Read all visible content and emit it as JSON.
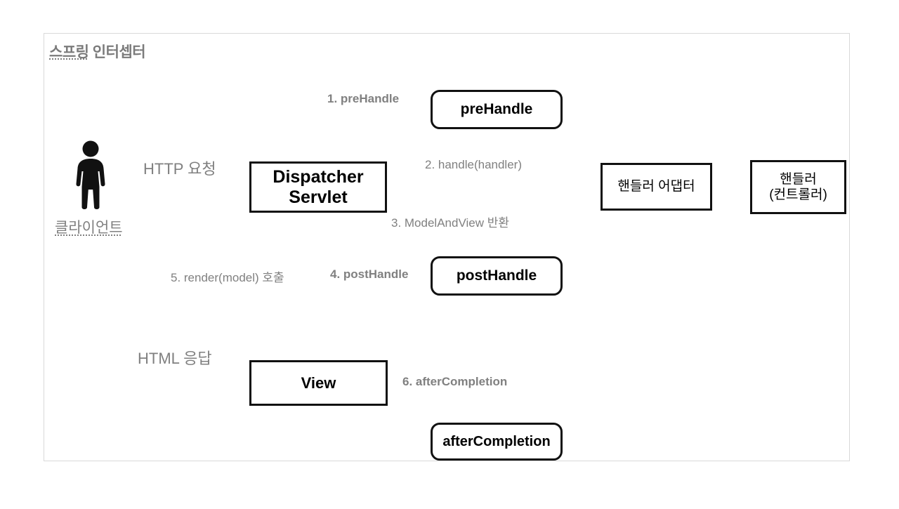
{
  "diagram": {
    "title": "스프링 인터셉터",
    "title_underlined_part": "스프링",
    "title_rest": " 인터셉터",
    "frame_border_color": "#d9d9d9",
    "label_color": "#808080",
    "stroke_color": "#111111",
    "background": "#ffffff"
  },
  "actor": {
    "icon": "person-icon",
    "label": "클라이언트"
  },
  "nodes": {
    "dispatcher": {
      "line1": "Dispatcher",
      "line2": "Servlet",
      "shape": "rectangle"
    },
    "prehandle": {
      "label": "preHandle",
      "shape": "rounded-rectangle"
    },
    "posthandle": {
      "label": "postHandle",
      "shape": "rounded-rectangle"
    },
    "aftercompletion": {
      "label": "afterCompletion",
      "shape": "rounded-rectangle"
    },
    "handler_adapter": {
      "label": "핸들러 어댑터",
      "shape": "rectangle"
    },
    "handler_controller": {
      "line1": "핸들러",
      "line2": "(컨트롤러)",
      "shape": "rectangle"
    },
    "view": {
      "label": "View",
      "shape": "rectangle"
    }
  },
  "edges": {
    "http_request": "HTTP 요청",
    "html_response": "HTML 응답",
    "step1": "1. preHandle",
    "step2": "2. handle(handler)",
    "step3": "3. ModelAndView 반환",
    "step4": "4. postHandle",
    "step5": "5. render(model) 호출",
    "step6": "6. afterCompletion"
  }
}
